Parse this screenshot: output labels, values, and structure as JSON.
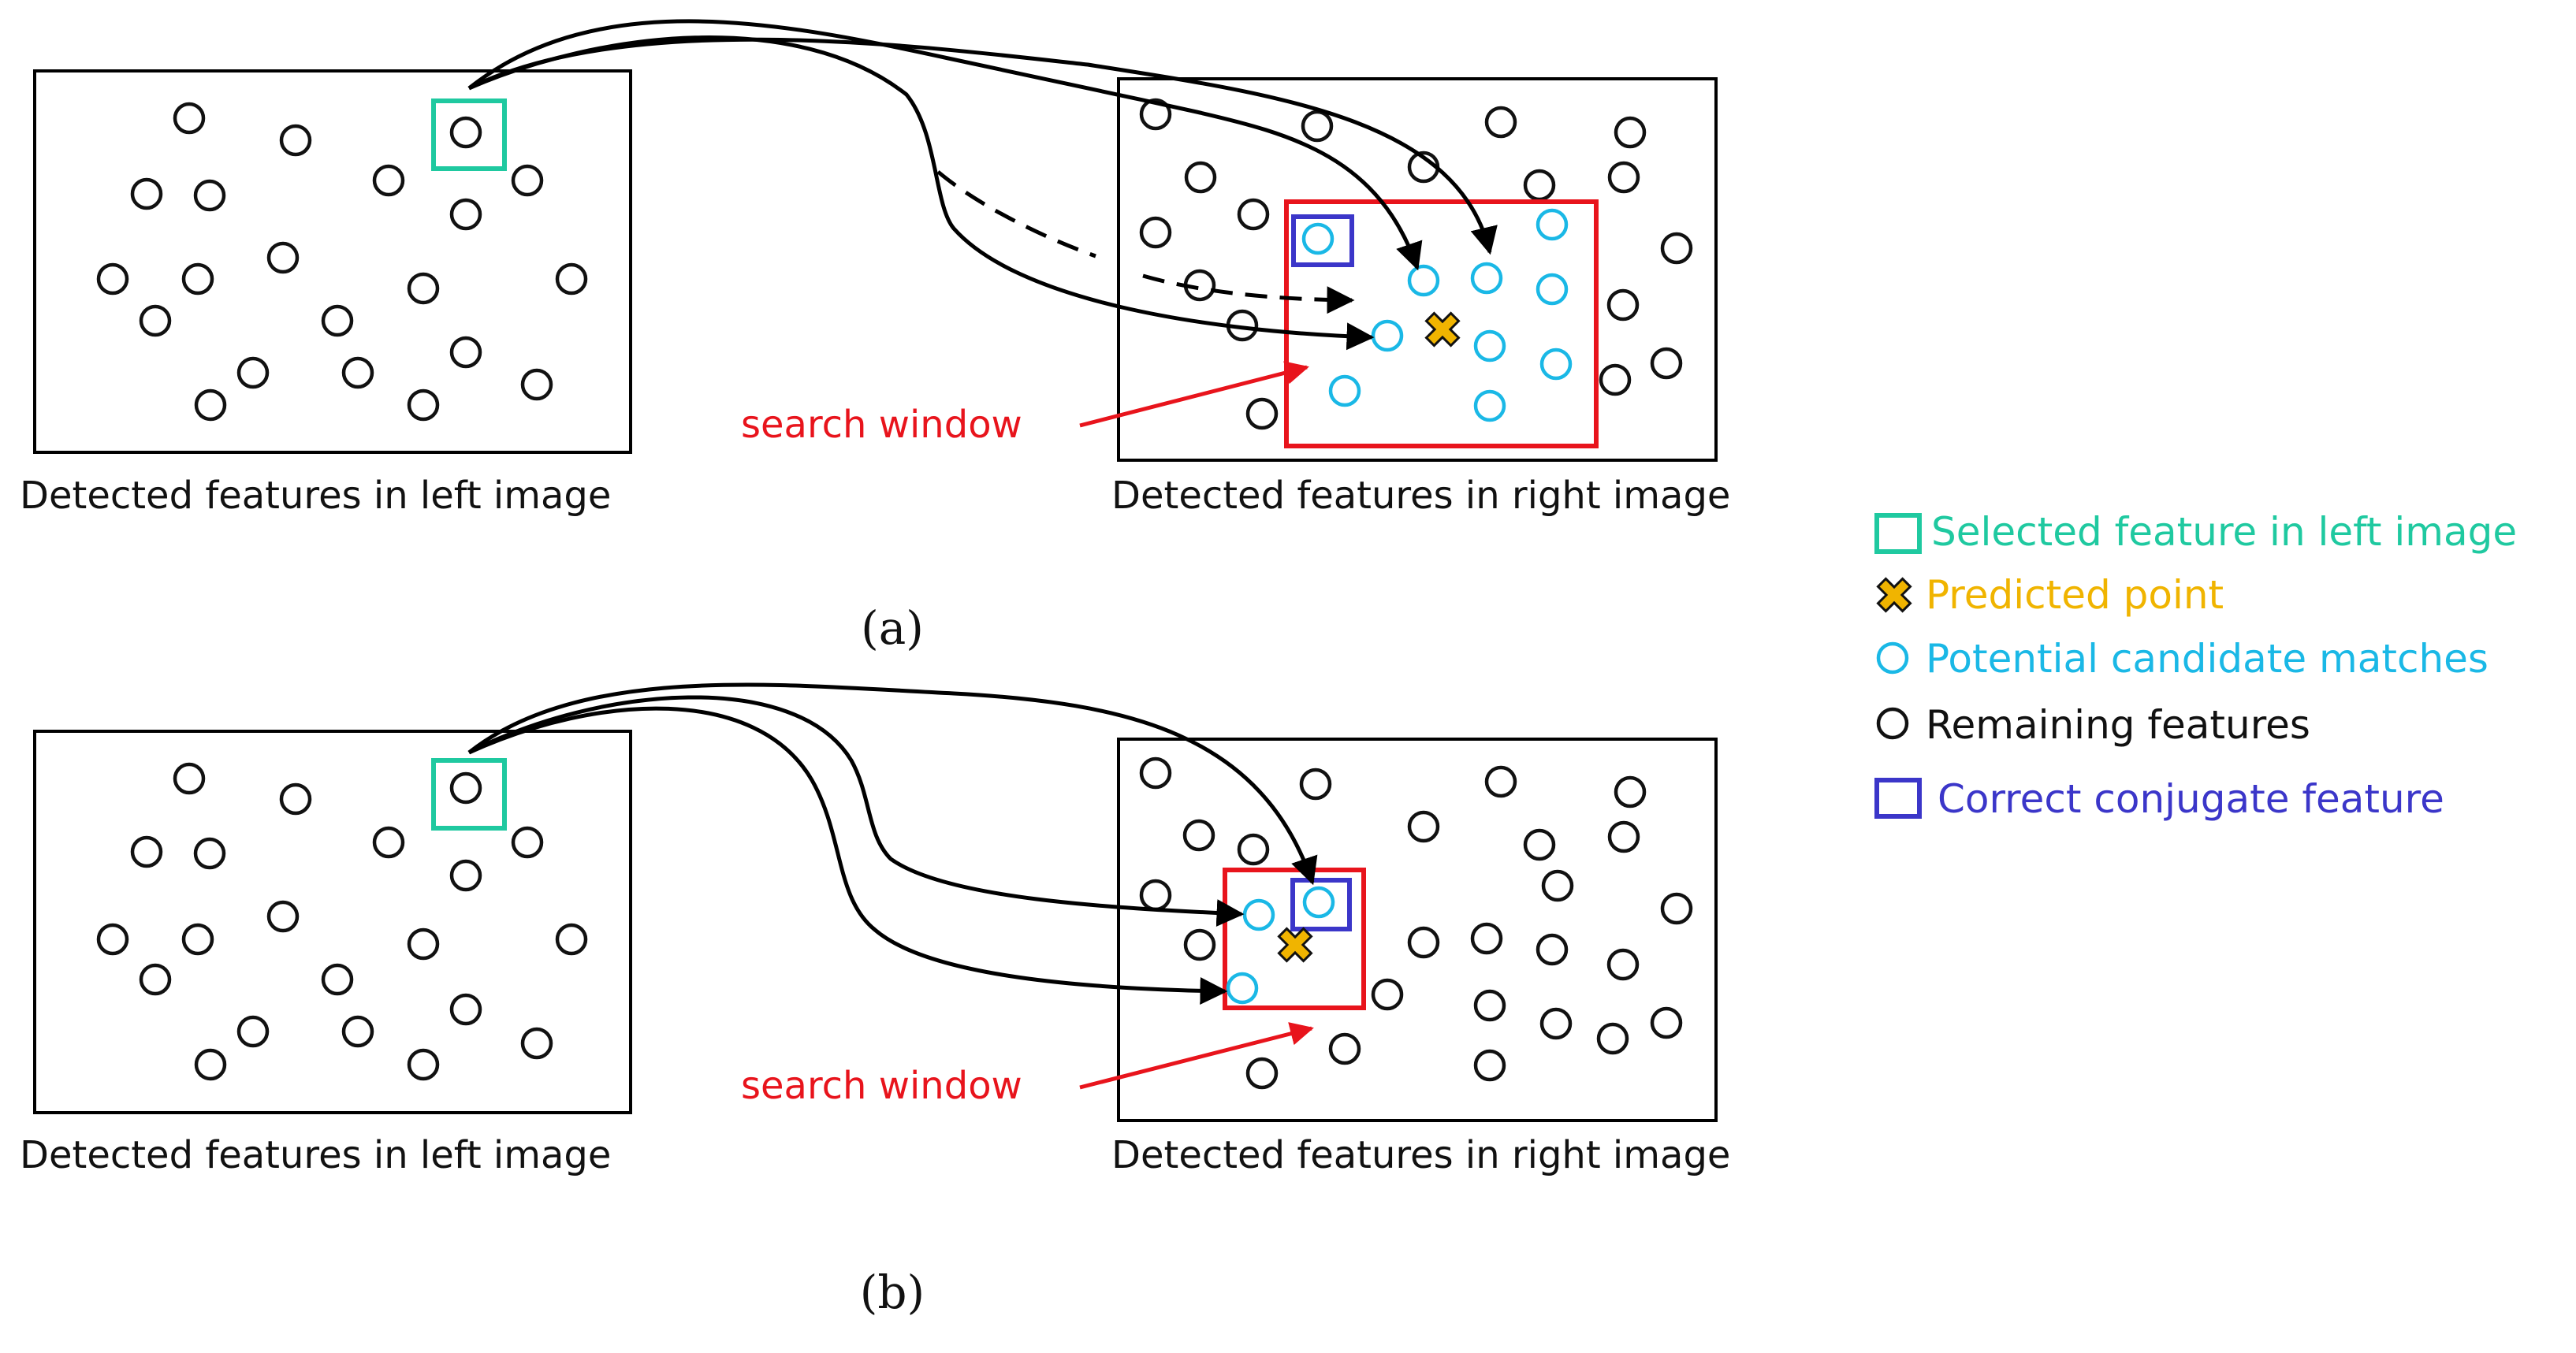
{
  "panels": [
    {
      "id": "a",
      "label": "(a)",
      "left_caption": "Detected features in left image",
      "right_caption": "Detected features in right image",
      "window_label": "search window",
      "dashed_arrow": true
    },
    {
      "id": "b",
      "label": "(b)",
      "left_caption": "Detected features in left image",
      "right_caption": "Detected features in right image",
      "window_label": "search window",
      "dashed_arrow": false
    }
  ],
  "legend": {
    "selected": "Selected feature in left image",
    "predicted": "Predicted point",
    "candidates": "Potential candidate matches",
    "remaining": "Remaining features",
    "correct": "Correct conjugate feature"
  },
  "colors": {
    "selected": "#1fc9a0",
    "predicted": "#f0b400",
    "candidate": "#1ab8e6",
    "remaining": "#111111",
    "correct": "#3b36c9",
    "window": "#e8141c",
    "arrow": "#000000"
  },
  "icons": {
    "selected": "teal-square-icon",
    "predicted": "orange-x-icon",
    "candidate": "cyan-circle-icon",
    "remaining": "black-circle-icon",
    "correct": "blue-square-icon"
  }
}
